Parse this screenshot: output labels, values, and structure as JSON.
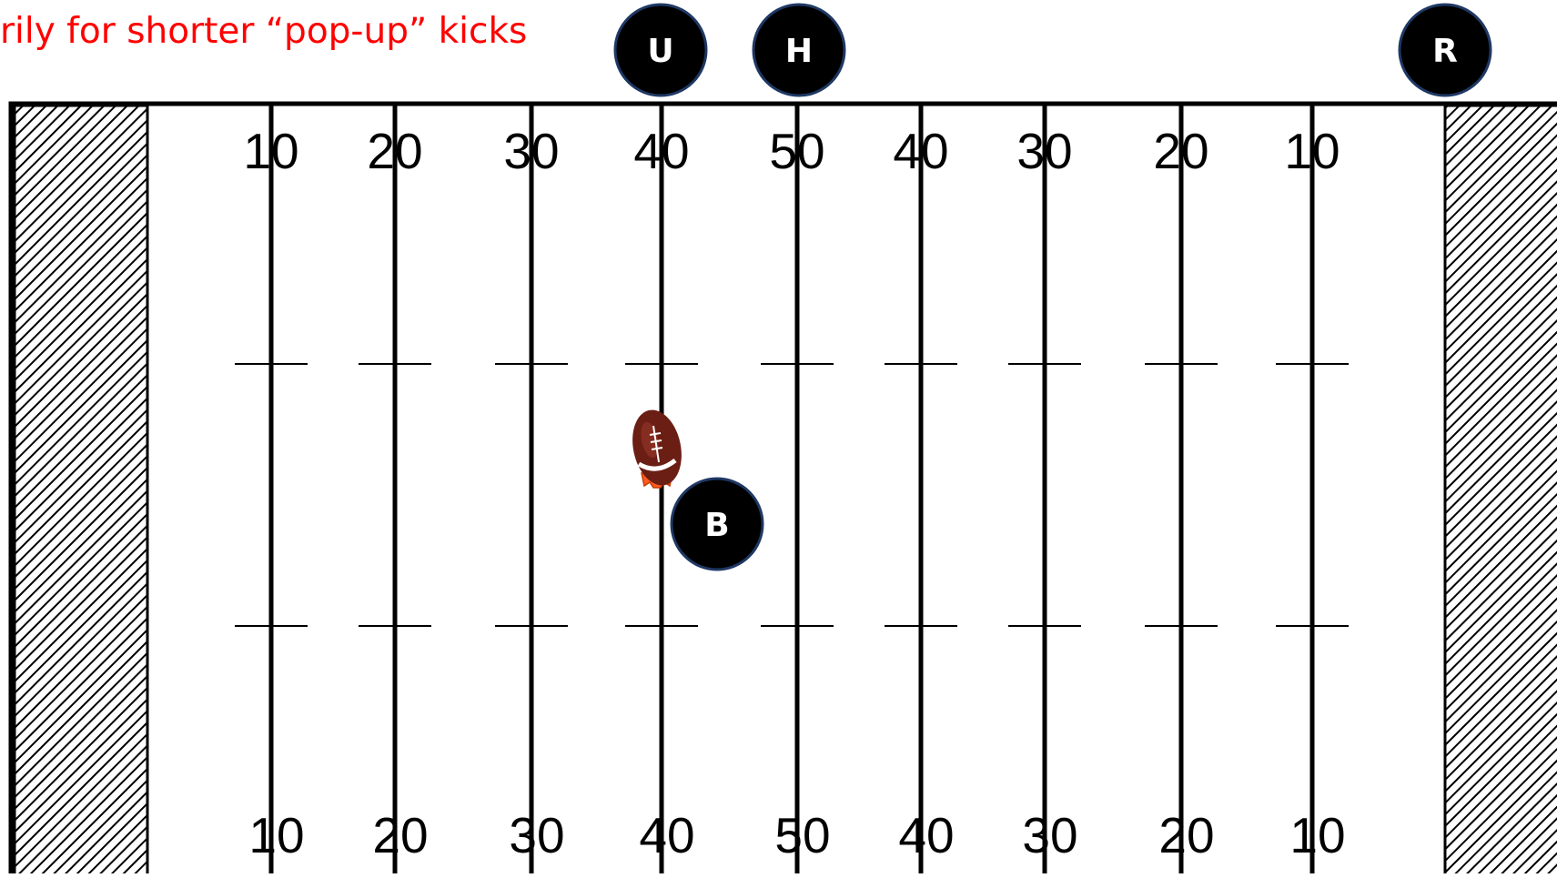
{
  "caption": "rily for shorter “pop-up” kicks",
  "colors": {
    "caption": "#ff0000",
    "marker_fill": "#000000",
    "marker_stroke": "#1f3864",
    "marker_text": "#ffffff",
    "field_line": "#000000",
    "ball": "#6b1e14",
    "tee": "#ff5a1f"
  },
  "yard_numbers": [
    "10",
    "20",
    "30",
    "40",
    "50",
    "40",
    "30",
    "20",
    "10"
  ],
  "officials": [
    {
      "id": "U",
      "label": "U"
    },
    {
      "id": "H",
      "label": "H"
    },
    {
      "id": "R",
      "label": "R"
    },
    {
      "id": "B",
      "label": "B"
    }
  ],
  "ball_icon": "football-on-tee-icon",
  "end_zone_pattern": "diagonal-hatching"
}
